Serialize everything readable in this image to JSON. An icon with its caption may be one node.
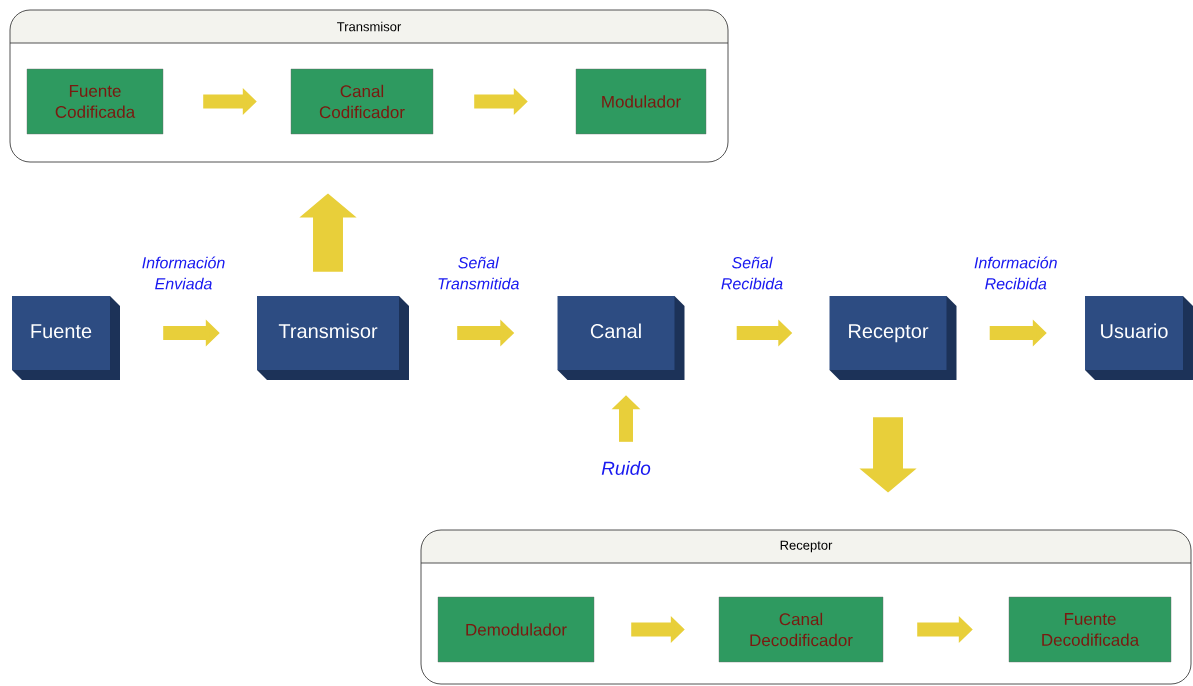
{
  "diagram": {
    "nodes": [
      {
        "text": [
          "Transmisor"
        ]
      },
      {
        "text": [
          "Fuente Codificada"
        ],
        "in": 0
      },
      {
        "text": [
          "Canal Codificador"
        ],
        "in": 0
      },
      {
        "text": [
          "Modulador"
        ],
        "in": 0
      },
      {
        "text": [
          "Fuente"
        ]
      },
      {
        "text": [
          "Transmisor"
        ]
      },
      {
        "text": [
          "Canal"
        ]
      },
      {
        "text": [
          "Receptor"
        ]
      },
      {
        "text": [
          "Usuario"
        ]
      },
      {
        "text": [
          "Ruido"
        ]
      },
      {
        "text": [
          "Receptor"
        ]
      },
      {
        "text": [
          "Demodulador"
        ],
        "in": 10
      },
      {
        "text": [
          "Canal Decodificador"
        ],
        "in": 10
      },
      {
        "text": [
          "Fuente Decodificada"
        ],
        "in": 10
      }
    ],
    "edges": [
      {
        "from": 1,
        "to": 2,
        "arrow": "to"
      },
      {
        "from": 2,
        "to": 3,
        "arrow": "to"
      },
      {
        "from": 4,
        "to": 5,
        "arrow": "to",
        "label": "Información Enviada"
      },
      {
        "from": 5,
        "to": 6,
        "arrow": "to",
        "label": "Señal Transmitida"
      },
      {
        "from": 6,
        "to": 7,
        "arrow": "to",
        "label": "Señal Recibida"
      },
      {
        "from": 7,
        "to": 8,
        "arrow": "to",
        "label": "Información Recibida"
      },
      {
        "from": 5,
        "to": 0,
        "arrow": "to",
        "style": "thick"
      },
      {
        "from": 9,
        "to": 6,
        "arrow": "to"
      },
      {
        "from": 7,
        "to": 10,
        "arrow": "to",
        "style": "thick"
      },
      {
        "from": 11,
        "to": 12,
        "arrow": "to"
      },
      {
        "from": 12,
        "to": 13,
        "arrow": "to"
      }
    ]
  }
}
